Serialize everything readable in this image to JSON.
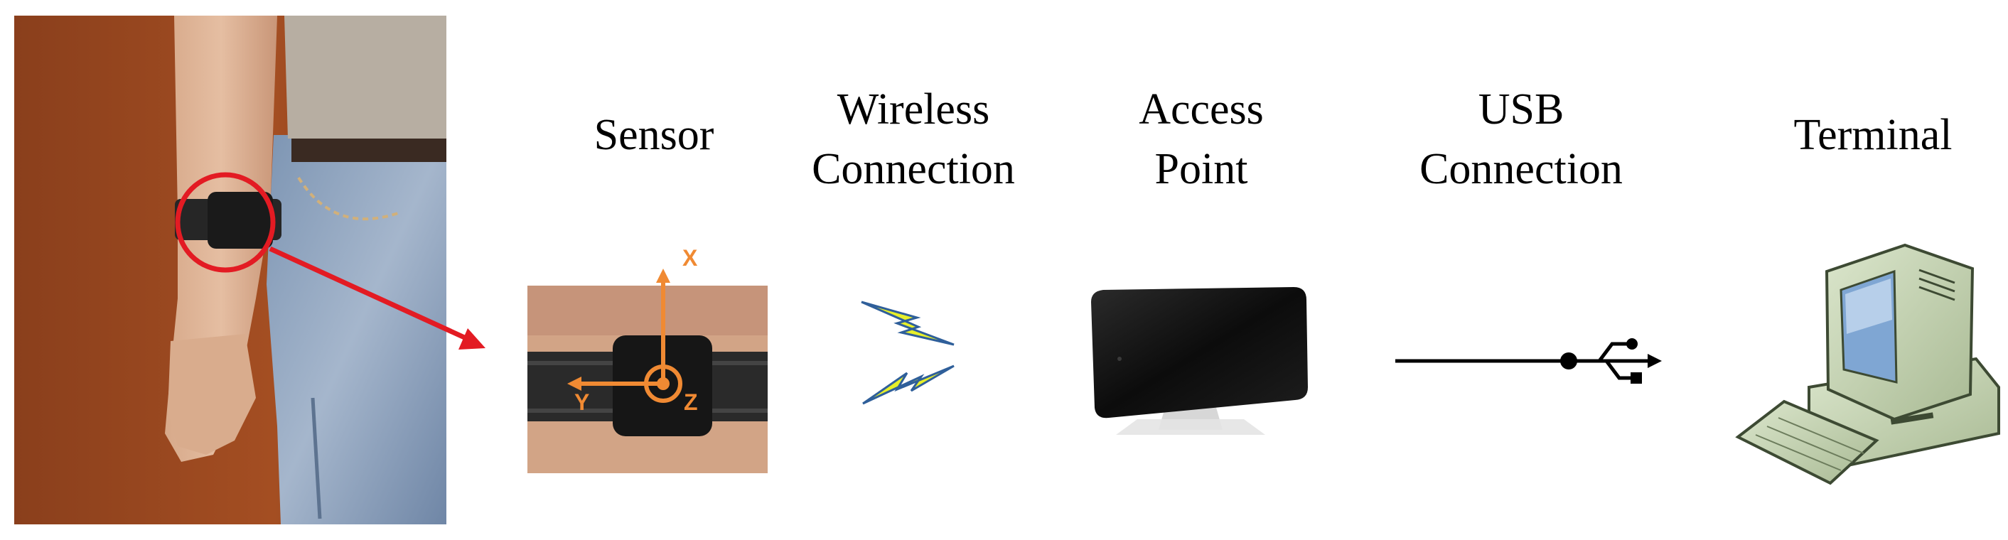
{
  "labels": {
    "sensor": "Sensor",
    "wireless": [
      "Wireless",
      "Connection"
    ],
    "access_point": [
      "Access",
      "Point"
    ],
    "usb": [
      "USB",
      "Connection"
    ],
    "terminal": "Terminal"
  },
  "axes": {
    "x": "X",
    "y": "Y",
    "z": "Z"
  },
  "colors": {
    "highlight": "#e31b23",
    "axis": "#f08a33",
    "bolt_fill": "#e6ef2a",
    "bolt_edge": "#2f5f9a",
    "computer": "#c9d7b7"
  },
  "icons": [
    "photo-wrist-sensor",
    "sensor-closeup",
    "lightning-bolt-icon",
    "access-point-device",
    "usb-icon",
    "computer-terminal-icon"
  ]
}
